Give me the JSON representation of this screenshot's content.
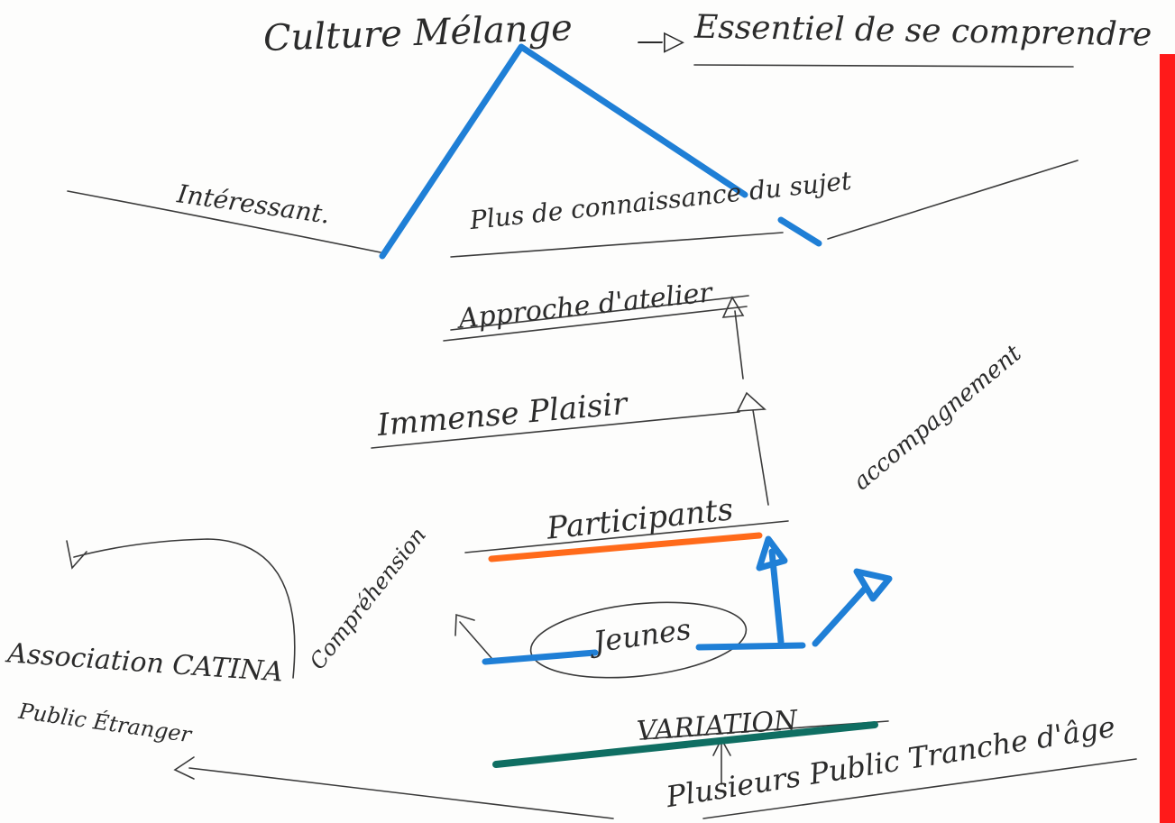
{
  "labels": {
    "title": "Culture Mélange",
    "essentiel": "Essentiel de se comprendre",
    "interessant": "Intéressant.",
    "plus_connaissance": "Plus de connaissance du sujet",
    "approche_atelier": "Approche d'atelier",
    "immense_plaisir": "Immense Plaisir",
    "participants": "Participants",
    "accompagnement": "accompagnement",
    "comprehension": "Compréhension",
    "jeunes": "Jeunes",
    "association": "Association CATINA",
    "public_etranger": "Public Étranger",
    "variation": "VARIATION",
    "plusieurs_public": "Plusieurs Public Tranche d'âge"
  },
  "colors": {
    "ink": "#2b2b2b",
    "blue_marker": "#1f7fd6",
    "orange_marker": "#ff6a1a",
    "green_marker": "#0f6e62",
    "red_edge": "#ff1a1a"
  }
}
